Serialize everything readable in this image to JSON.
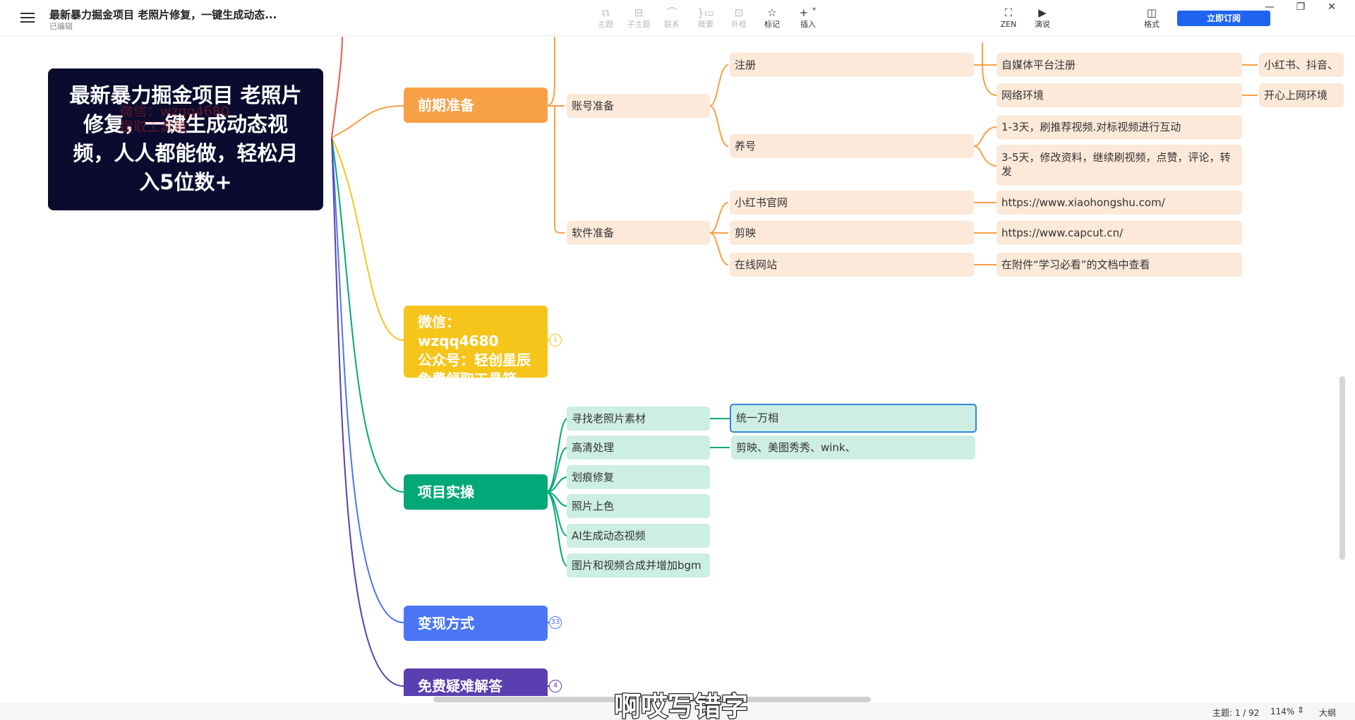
{
  "app": {
    "doc_title": "最新暴力掘金项目 老照片修复，一键生成动态...",
    "doc_status": "已编辑",
    "subscribe_label": "立即订阅",
    "colors": {
      "accent": "#1e64f0",
      "root_bg": "#0a0b2e"
    }
  },
  "toolbar": {
    "topic": "主题",
    "subtopic": "子主题",
    "relation": "联系",
    "summary": "概要",
    "boundary": "外框",
    "marker": "标记",
    "insert": "插入",
    "zen": "ZEN",
    "present": "演说",
    "format": "格式"
  },
  "map": {
    "root_title": "最新暴力掘金项目 老照片修复，一键生成动态视频，人人都能做，轻松月入5位数+",
    "root_watermark": "微信：wzqq4680\n提取工具箱",
    "prep": {
      "label": "前期准备",
      "color": "#f8a046",
      "account": "账号准备",
      "register": "注册",
      "register_children": [
        "自媒体平台注册",
        "网络环境"
      ],
      "register_leaves": [
        "小红书、抖音、",
        "开心上网环境"
      ],
      "nurture": "养号",
      "nurture_children": [
        "1-3天，刷推荐视频.对标视频进行互动",
        "3-5天，修改资料，继续刷视频，点赞，评论，转发"
      ],
      "software": "软件准备",
      "software_children": [
        "小红书官网",
        "剪映",
        "在线网站"
      ],
      "software_leaves": [
        "https://www.xiaohongshu.com/",
        "https://www.capcut.cn/",
        "在附件“学习必看”的文档中查看"
      ]
    },
    "contact": {
      "lines": [
        "微信：wzqq4680",
        "公众号：轻创星辰",
        "免费领取工具箱"
      ],
      "count": "1",
      "color": "#f6c51b"
    },
    "practice": {
      "label": "项目实操",
      "color": "#03a878",
      "children": [
        "寻找老照片素材",
        "高清处理",
        "划痕修复",
        "照片上色",
        "AI生成动态视频",
        "图片和视频合成并增加bgm"
      ],
      "editing_value": "统一万相",
      "hd_tools": "剪映、美图秀秀、wink、"
    },
    "monetize": {
      "label": "变现方式",
      "count": "33",
      "color": "#4a76f6"
    },
    "faq": {
      "label": "免费疑难解答",
      "count": "4",
      "color": "#5a3fb0"
    }
  },
  "status": {
    "topic_count": "主题: 1 / 92",
    "zoom": "114%",
    "outline": "大纲"
  },
  "subtitle": "啊哎写错字"
}
